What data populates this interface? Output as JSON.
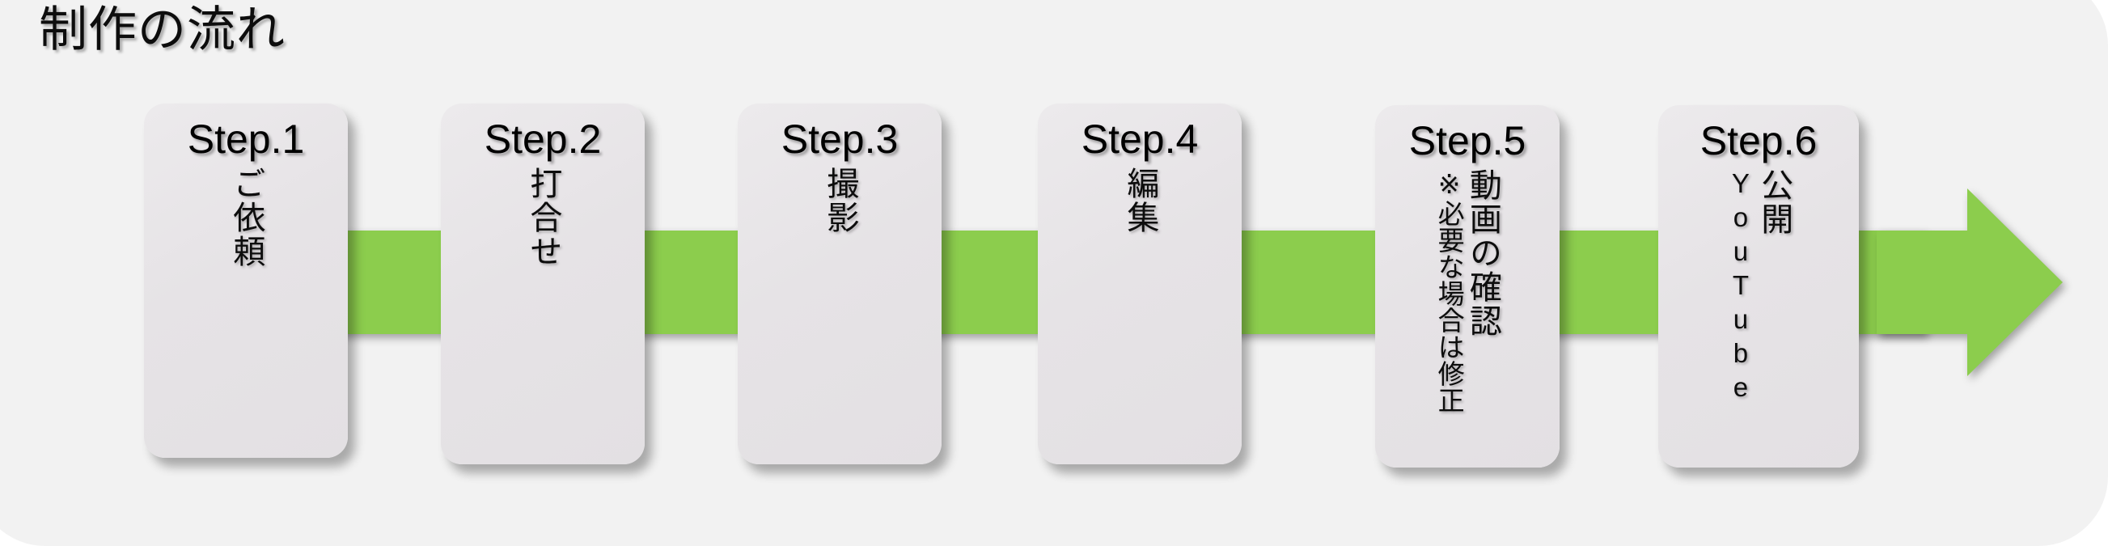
{
  "slide": {
    "title": "制作の流れ",
    "background_color": "#f2f2f2",
    "page_color": "#ffffff",
    "accent_color": "#8ccd4d",
    "card_color": "#e6e3e6",
    "text_color": "#0d0d0d"
  },
  "flow": {
    "arrow_label": "flow-arrow",
    "arrow_direction": "right",
    "bar_color": "#8ccd4d"
  },
  "steps": [
    {
      "head": "Step.1",
      "columns": [
        {
          "text": "ご依頼",
          "style": "main"
        }
      ]
    },
    {
      "head": "Step.2",
      "columns": [
        {
          "text": "打合せ",
          "style": "main"
        }
      ]
    },
    {
      "head": "Step.3",
      "columns": [
        {
          "text": "撮影",
          "style": "main"
        }
      ]
    },
    {
      "head": "Step.4",
      "columns": [
        {
          "text": "編集",
          "style": "main"
        }
      ]
    },
    {
      "head": "Step.5",
      "columns": [
        {
          "text": "動画の確認",
          "style": "main"
        },
        {
          "text": "※必要な場合は修正",
          "style": "small"
        }
      ]
    },
    {
      "head": "Step.6",
      "columns": [
        {
          "text": "公開",
          "style": "main"
        },
        {
          "text": "YouTube",
          "style": "latin"
        }
      ]
    }
  ]
}
